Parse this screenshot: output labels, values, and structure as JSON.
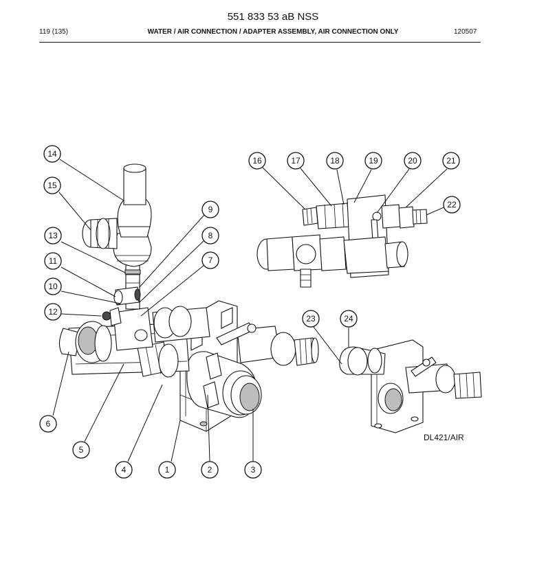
{
  "header": {
    "doc_number": "551 833 53 aB NSS",
    "page_ref": "119 (135)",
    "section_title": "WATER / AIR CONNECTION / ADAPTER ASSEMBLY, AIR CONNECTION ONLY",
    "date_code": "120507"
  },
  "diagram": {
    "drawing_code": "DL421/AIR",
    "callouts": [
      "1",
      "2",
      "3",
      "4",
      "5",
      "6",
      "7",
      "8",
      "9",
      "10",
      "11",
      "12",
      "13",
      "14",
      "15",
      "16",
      "17",
      "18",
      "19",
      "20",
      "21",
      "22",
      "23",
      "24"
    ]
  }
}
